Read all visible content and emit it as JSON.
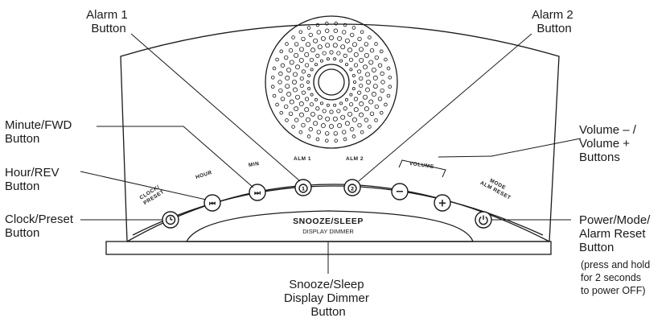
{
  "callouts": {
    "alarm1": [
      "Alarm 1",
      "Button"
    ],
    "alarm2": [
      "Alarm 2",
      "Button"
    ],
    "minute": [
      "Minute/FWD",
      "Button"
    ],
    "hour": [
      "Hour/REV",
      "Button"
    ],
    "clock": [
      "Clock/Preset",
      "Button"
    ],
    "volume": [
      "Volume – /",
      "Volume +",
      "Buttons"
    ],
    "power": [
      "Power/Mode/",
      "Alarm Reset",
      "Button"
    ],
    "power_note": [
      "(press and hold",
      "for 2 seconds",
      "to power OFF)"
    ],
    "snooze": [
      "Snooze/Sleep",
      "Display Dimmer",
      "Button"
    ]
  },
  "panel_labels": {
    "clock_preset": [
      "CLOCK/",
      "PRESET"
    ],
    "hour": "HOUR",
    "min": "MIN",
    "alm1": "ALM 1",
    "alm2": "ALM 2",
    "volume": "VOLUME",
    "mode": [
      "MODE",
      "ALM RESET"
    ]
  },
  "snooze_bar": {
    "title": "SNOOZE/SLEEP",
    "subtitle": "DISPLAY DIMMER"
  },
  "button_glyphs": {
    "hour": "⏮",
    "min": "⏭",
    "alm1": "1",
    "alm2": "2",
    "vol_minus": "−",
    "vol_plus": "+"
  }
}
